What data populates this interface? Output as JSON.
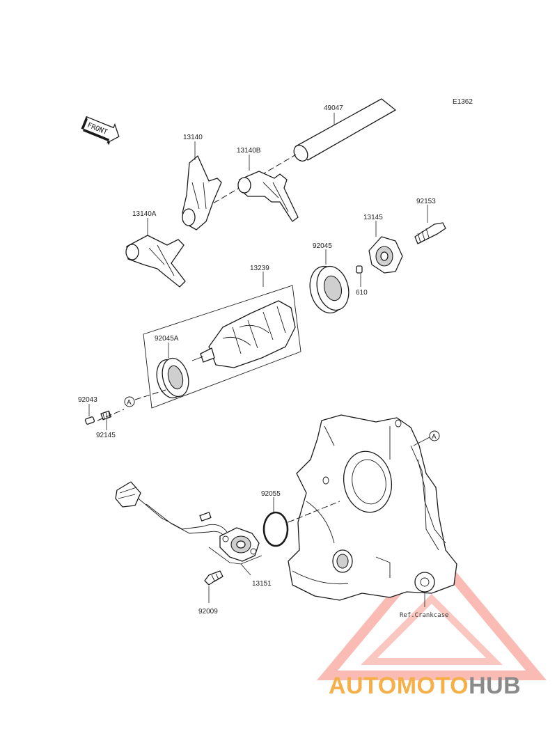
{
  "diagram_code": "E1362",
  "front_label": "FRONT",
  "parts": [
    {
      "number": "49047"
    },
    {
      "number": "13140"
    },
    {
      "number": "13140B"
    },
    {
      "number": "13140A"
    },
    {
      "number": "92153"
    },
    {
      "number": "13145"
    },
    {
      "number": "92045"
    },
    {
      "number": "610"
    },
    {
      "number": "13239"
    },
    {
      "number": "92045A"
    },
    {
      "number": "92043"
    },
    {
      "number": "92145"
    },
    {
      "number": "92055"
    },
    {
      "number": "13151"
    },
    {
      "number": "92009"
    }
  ],
  "reference_marker": "A",
  "crankcase_note": "Ref.Crankcase",
  "watermark": {
    "brand_part1": "AUTOMOTO",
    "brand_part2": "HUB",
    "color_primary": "#f26d5b",
    "color_secondary": "#8a8a8a",
    "color_highlight": "#f5b04a"
  }
}
